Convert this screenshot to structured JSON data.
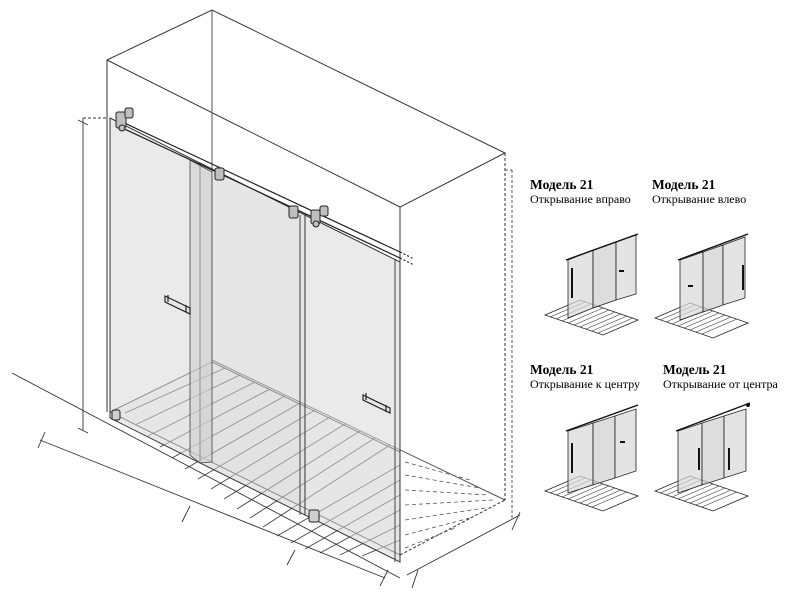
{
  "models": [
    {
      "id": "right",
      "title": "Модель 21",
      "subtitle": "Открывание вправо"
    },
    {
      "id": "left",
      "title": "Модель 21",
      "subtitle": "Открывание влево"
    },
    {
      "id": "center",
      "title": "Модель 21",
      "subtitle": "Открывание к центру"
    },
    {
      "id": "out",
      "title": "Модель 21",
      "subtitle": "Открывание от центра"
    }
  ],
  "colors": {
    "line": "#222222",
    "glass": "#dedede",
    "glass_dark": "#c9c9c9",
    "tray": "#f4f4f4"
  }
}
